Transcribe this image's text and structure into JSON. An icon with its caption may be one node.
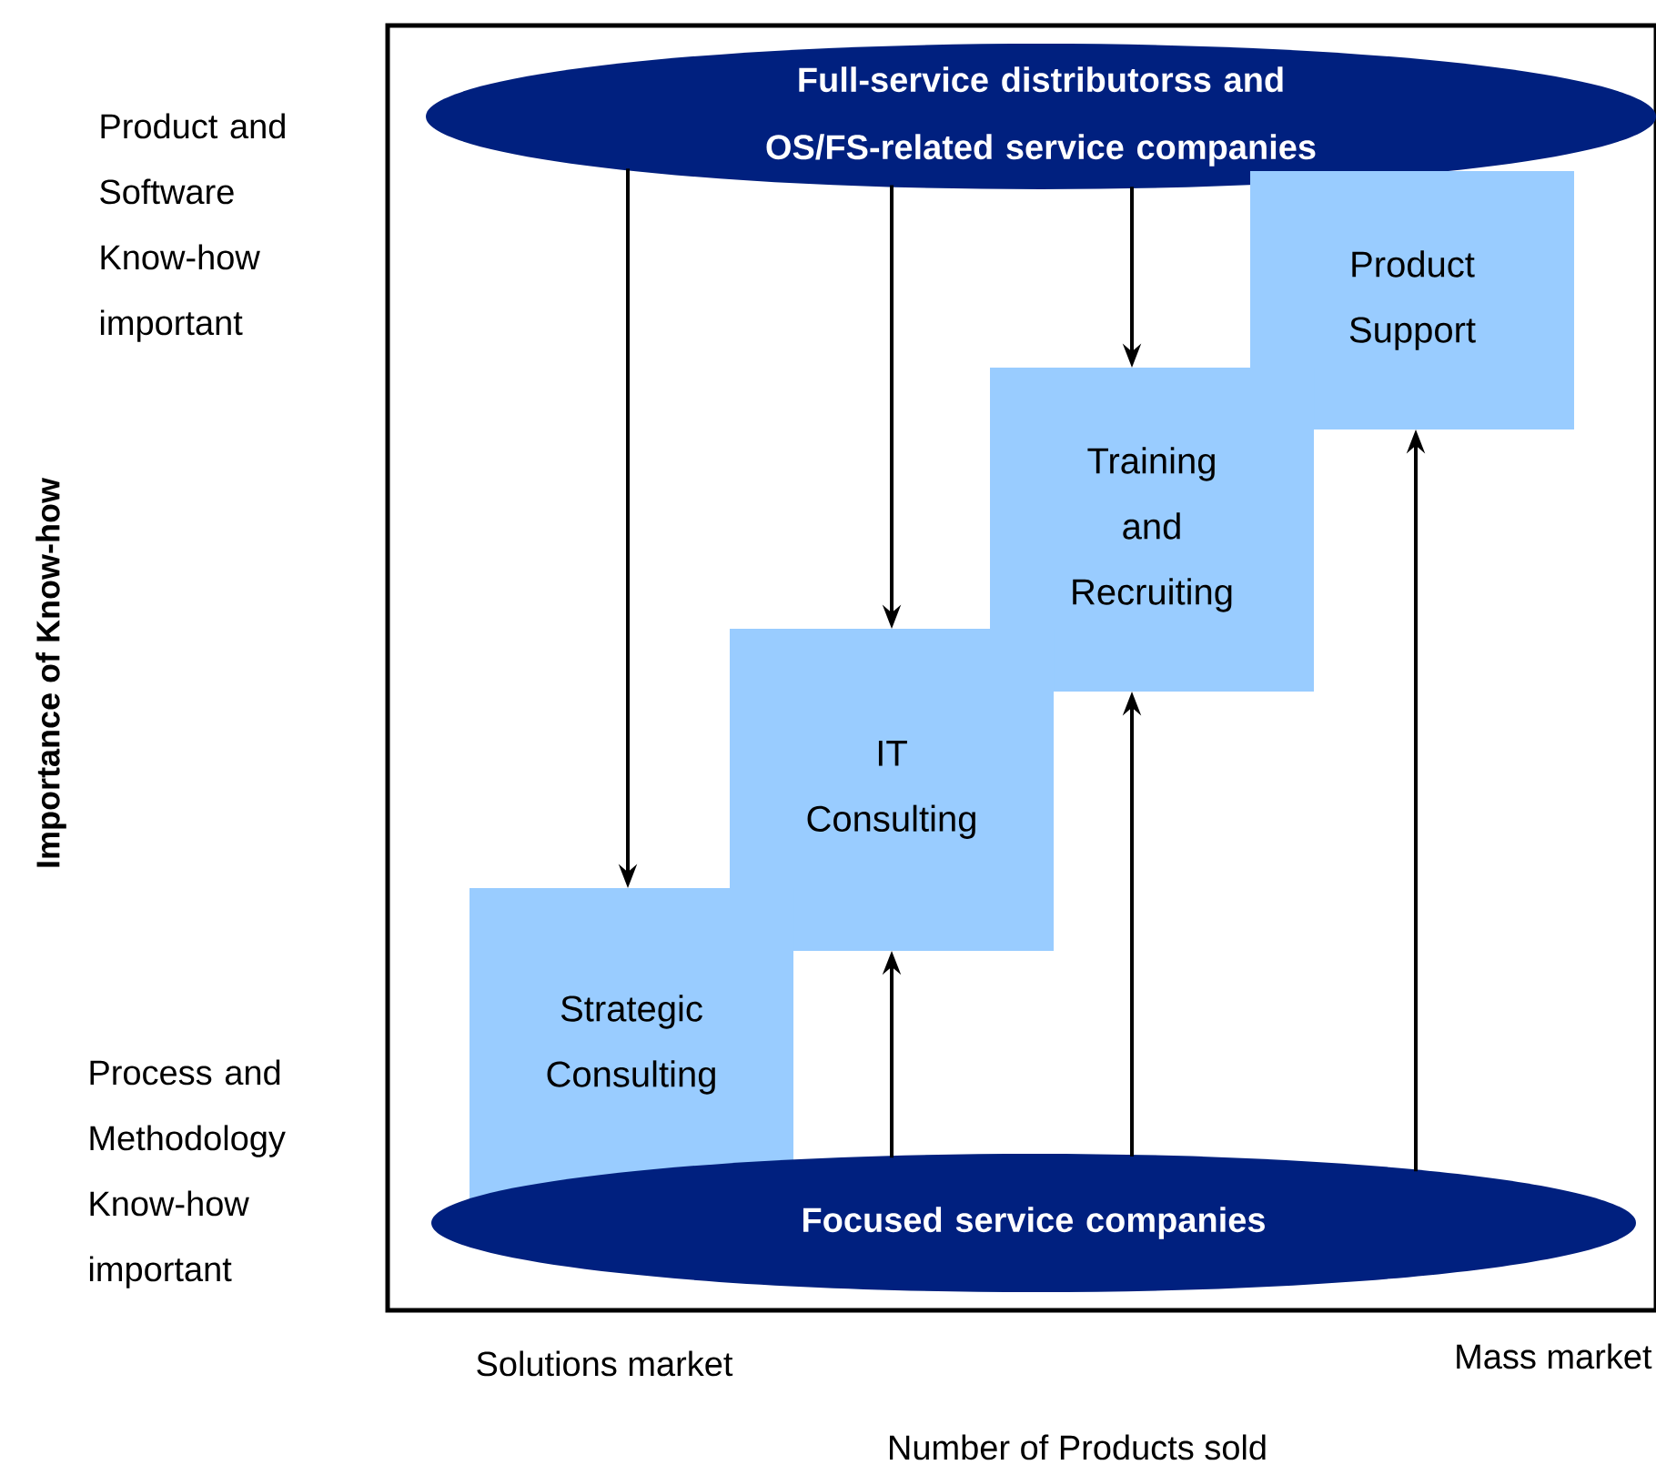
{
  "diagram": {
    "nodes": [
      {
        "text": [
          "Full-service distributorss and OS/FS-related service companies"
        ]
      },
      {
        "text": [
          "Product Support"
        ]
      },
      {
        "text": [
          "Training and Recruiting"
        ]
      },
      {
        "text": [
          "IT Consulting"
        ]
      },
      {
        "text": [
          "Strategic Consulting"
        ]
      },
      {
        "text": [
          "Focused service companies"
        ]
      }
    ],
    "edges": [
      {
        "from": 0,
        "to": 4,
        "arrow": "to"
      },
      {
        "from": 0,
        "to": 3,
        "arrow": "to"
      },
      {
        "from": 0,
        "to": 2,
        "arrow": "to"
      },
      {
        "from": 5,
        "to": 3,
        "arrow": "to"
      },
      {
        "from": 5,
        "to": 2,
        "arrow": "to"
      },
      {
        "from": 5,
        "to": 1,
        "arrow": "to"
      }
    ],
    "labels": [
      "Product and Software Know-how important",
      "Importance of Know-how",
      "Process and Methodology Know-how important",
      "Solutions market",
      "Mass market",
      "Number of Products sold"
    ]
  }
}
